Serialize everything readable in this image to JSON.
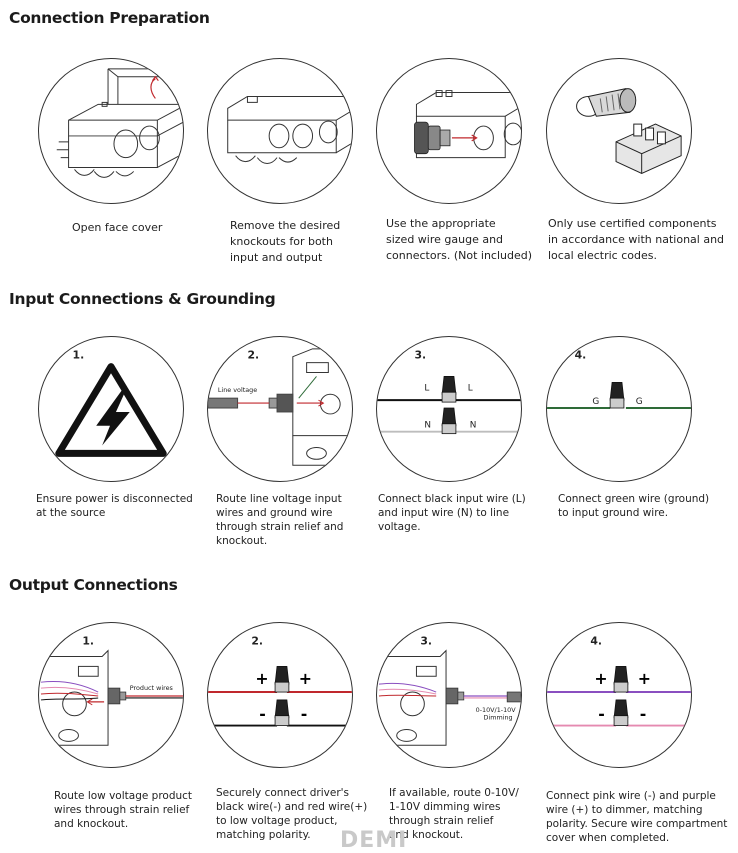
{
  "sections": {
    "prep_title": "Connection Preparation",
    "input_title": "Input Connections & Grounding",
    "output_title": "Output Connections"
  },
  "prep": [
    {
      "caption": "Open face cover"
    },
    {
      "caption": "Remove the desired\nknockouts for both\ninput and output"
    },
    {
      "caption": "Use the appropriate\nsized wire gauge and\nconnectors. (Not included)"
    },
    {
      "caption": "Only use certified components\nin accordance with national and\nlocal electric codes."
    }
  ],
  "input": [
    {
      "num": "1.",
      "caption": "Ensure power is disconnected\nat the source"
    },
    {
      "num": "2.",
      "label": "Line voltage",
      "caption": "Route line voltage input\nwires and ground wire\nthrough strain relief and\nknockout."
    },
    {
      "num": "3.",
      "l": "L",
      "n": "N",
      "caption": "Connect black input wire (L)\nand input wire (N) to line\nvoltage."
    },
    {
      "num": "4.",
      "g": "G",
      "caption": "Connect green wire (ground)\nto input ground wire."
    }
  ],
  "output": [
    {
      "num": "1.",
      "label": "Product wires",
      "caption": "Route low voltage product\nwires through strain relief\nand knockout."
    },
    {
      "num": "2.",
      "plus": "+",
      "minus": "-",
      "caption": "Securely connect driver's\nblack wire(-) and red wire(+)\nto low voltage product,\nmatching polarity."
    },
    {
      "num": "3.",
      "label1": "0-10V/1-10V",
      "label2": "Dimming",
      "caption": "If available, route 0-10V/\n1-10V dimming wires\nthrough strain relief\nand knockout."
    },
    {
      "num": "4.",
      "plus": "+",
      "minus": "-",
      "caption": "Connect pink wire (-) and purple\nwire (+) to dimmer, matching\npolarity. Secure wire compartment\ncover when completed."
    }
  ],
  "watermark": "DEMI",
  "colors": {
    "red": "#c0282d",
    "green": "#2e6b38",
    "purple": "#8a4fc0",
    "pink": "#e58ab0",
    "gray": "#bdbdbd",
    "black": "#111111"
  }
}
